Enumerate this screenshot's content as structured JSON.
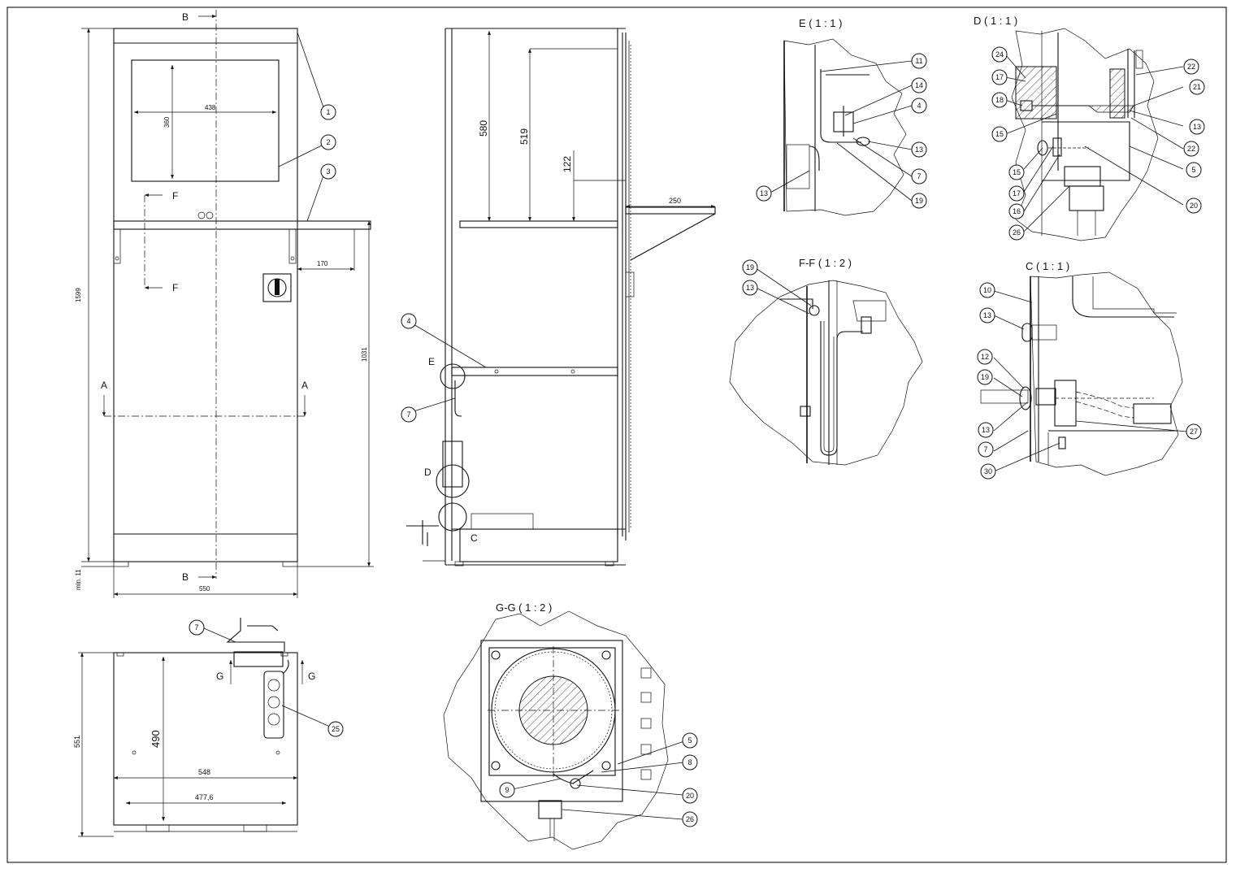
{
  "drawing": {
    "main_dims": {
      "w438": "438",
      "h360": "360",
      "h1599": "1599",
      "h1031": "1031",
      "w170": "170",
      "w550": "550",
      "min11": "min. 11",
      "h580": "580",
      "h519": "519",
      "h122": "122",
      "w250": "250",
      "h551": "551",
      "h490": "490",
      "w548": "548",
      "w477": "477,6"
    },
    "cut_letters": {
      "A": "A",
      "B": "B",
      "F": "F",
      "G": "G"
    },
    "detail_letters": {
      "E": "E",
      "D": "D",
      "C": "C"
    },
    "view_titles": {
      "E": "E ( 1 : 1 )",
      "D": "D ( 1 : 1 )",
      "FF": "F-F ( 1 : 2 )",
      "C": "C ( 1 : 1 )",
      "GG": "G-G ( 1 : 2 )"
    },
    "balloons": {
      "front": [
        "1",
        "2",
        "3"
      ],
      "side": [
        "4",
        "7"
      ],
      "top": [
        "7",
        "25"
      ],
      "gg": [
        "5",
        "8",
        "9",
        "20",
        "26"
      ],
      "detail_e": [
        "11",
        "14",
        "4",
        "13",
        "7",
        "19",
        "13"
      ],
      "detail_d": [
        "24",
        "17",
        "18",
        "15",
        "15",
        "17",
        "16",
        "26",
        "22",
        "21",
        "13",
        "22",
        "5",
        "20"
      ],
      "section_ff": [
        "19",
        "13"
      ],
      "detail_c": [
        "10",
        "13",
        "12",
        "19",
        "13",
        "7",
        "30",
        "27"
      ]
    }
  }
}
